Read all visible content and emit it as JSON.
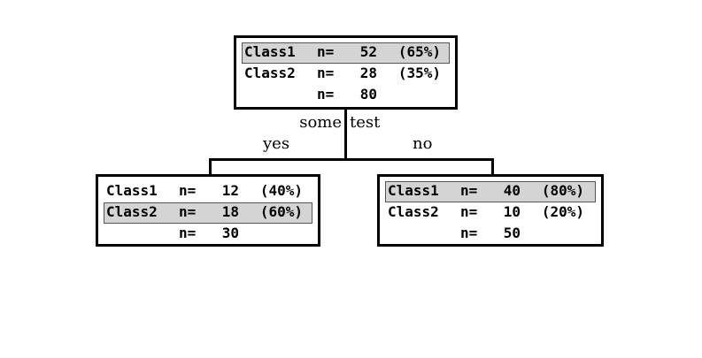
{
  "diagram": {
    "title": "decision-tree",
    "colors": {
      "highlight_fill": "#d4d4d4",
      "border": "#000000",
      "background": "#ffffff"
    },
    "split": {
      "text_left": "some",
      "text_right": "test",
      "branch_yes": "yes",
      "branch_no": "no"
    },
    "nodes": {
      "root": {
        "id": "root-node",
        "rows": [
          {
            "label": "Class1",
            "n_symbol": "n=",
            "count": "52",
            "percent": "(65%)",
            "highlight": true
          },
          {
            "label": "Class2",
            "n_symbol": "n=",
            "count": "28",
            "percent": "(35%)",
            "highlight": false
          },
          {
            "label": "",
            "n_symbol": "n=",
            "count": "80",
            "percent": "",
            "highlight": false
          }
        ]
      },
      "left_child": {
        "id": "left-child-node",
        "rows": [
          {
            "label": "Class1",
            "n_symbol": "n=",
            "count": "12",
            "percent": "(40%)",
            "highlight": false
          },
          {
            "label": "Class2",
            "n_symbol": "n=",
            "count": "18",
            "percent": "(60%)",
            "highlight": true
          },
          {
            "label": "",
            "n_symbol": "n=",
            "count": "30",
            "percent": "",
            "highlight": false
          }
        ]
      },
      "right_child": {
        "id": "right-child-node",
        "rows": [
          {
            "label": "Class1",
            "n_symbol": "n=",
            "count": "40",
            "percent": "(80%)",
            "highlight": true
          },
          {
            "label": "Class2",
            "n_symbol": "n=",
            "count": "10",
            "percent": "(20%)",
            "highlight": false
          },
          {
            "label": "",
            "n_symbol": "n=",
            "count": "50",
            "percent": "",
            "highlight": false
          }
        ]
      }
    }
  }
}
